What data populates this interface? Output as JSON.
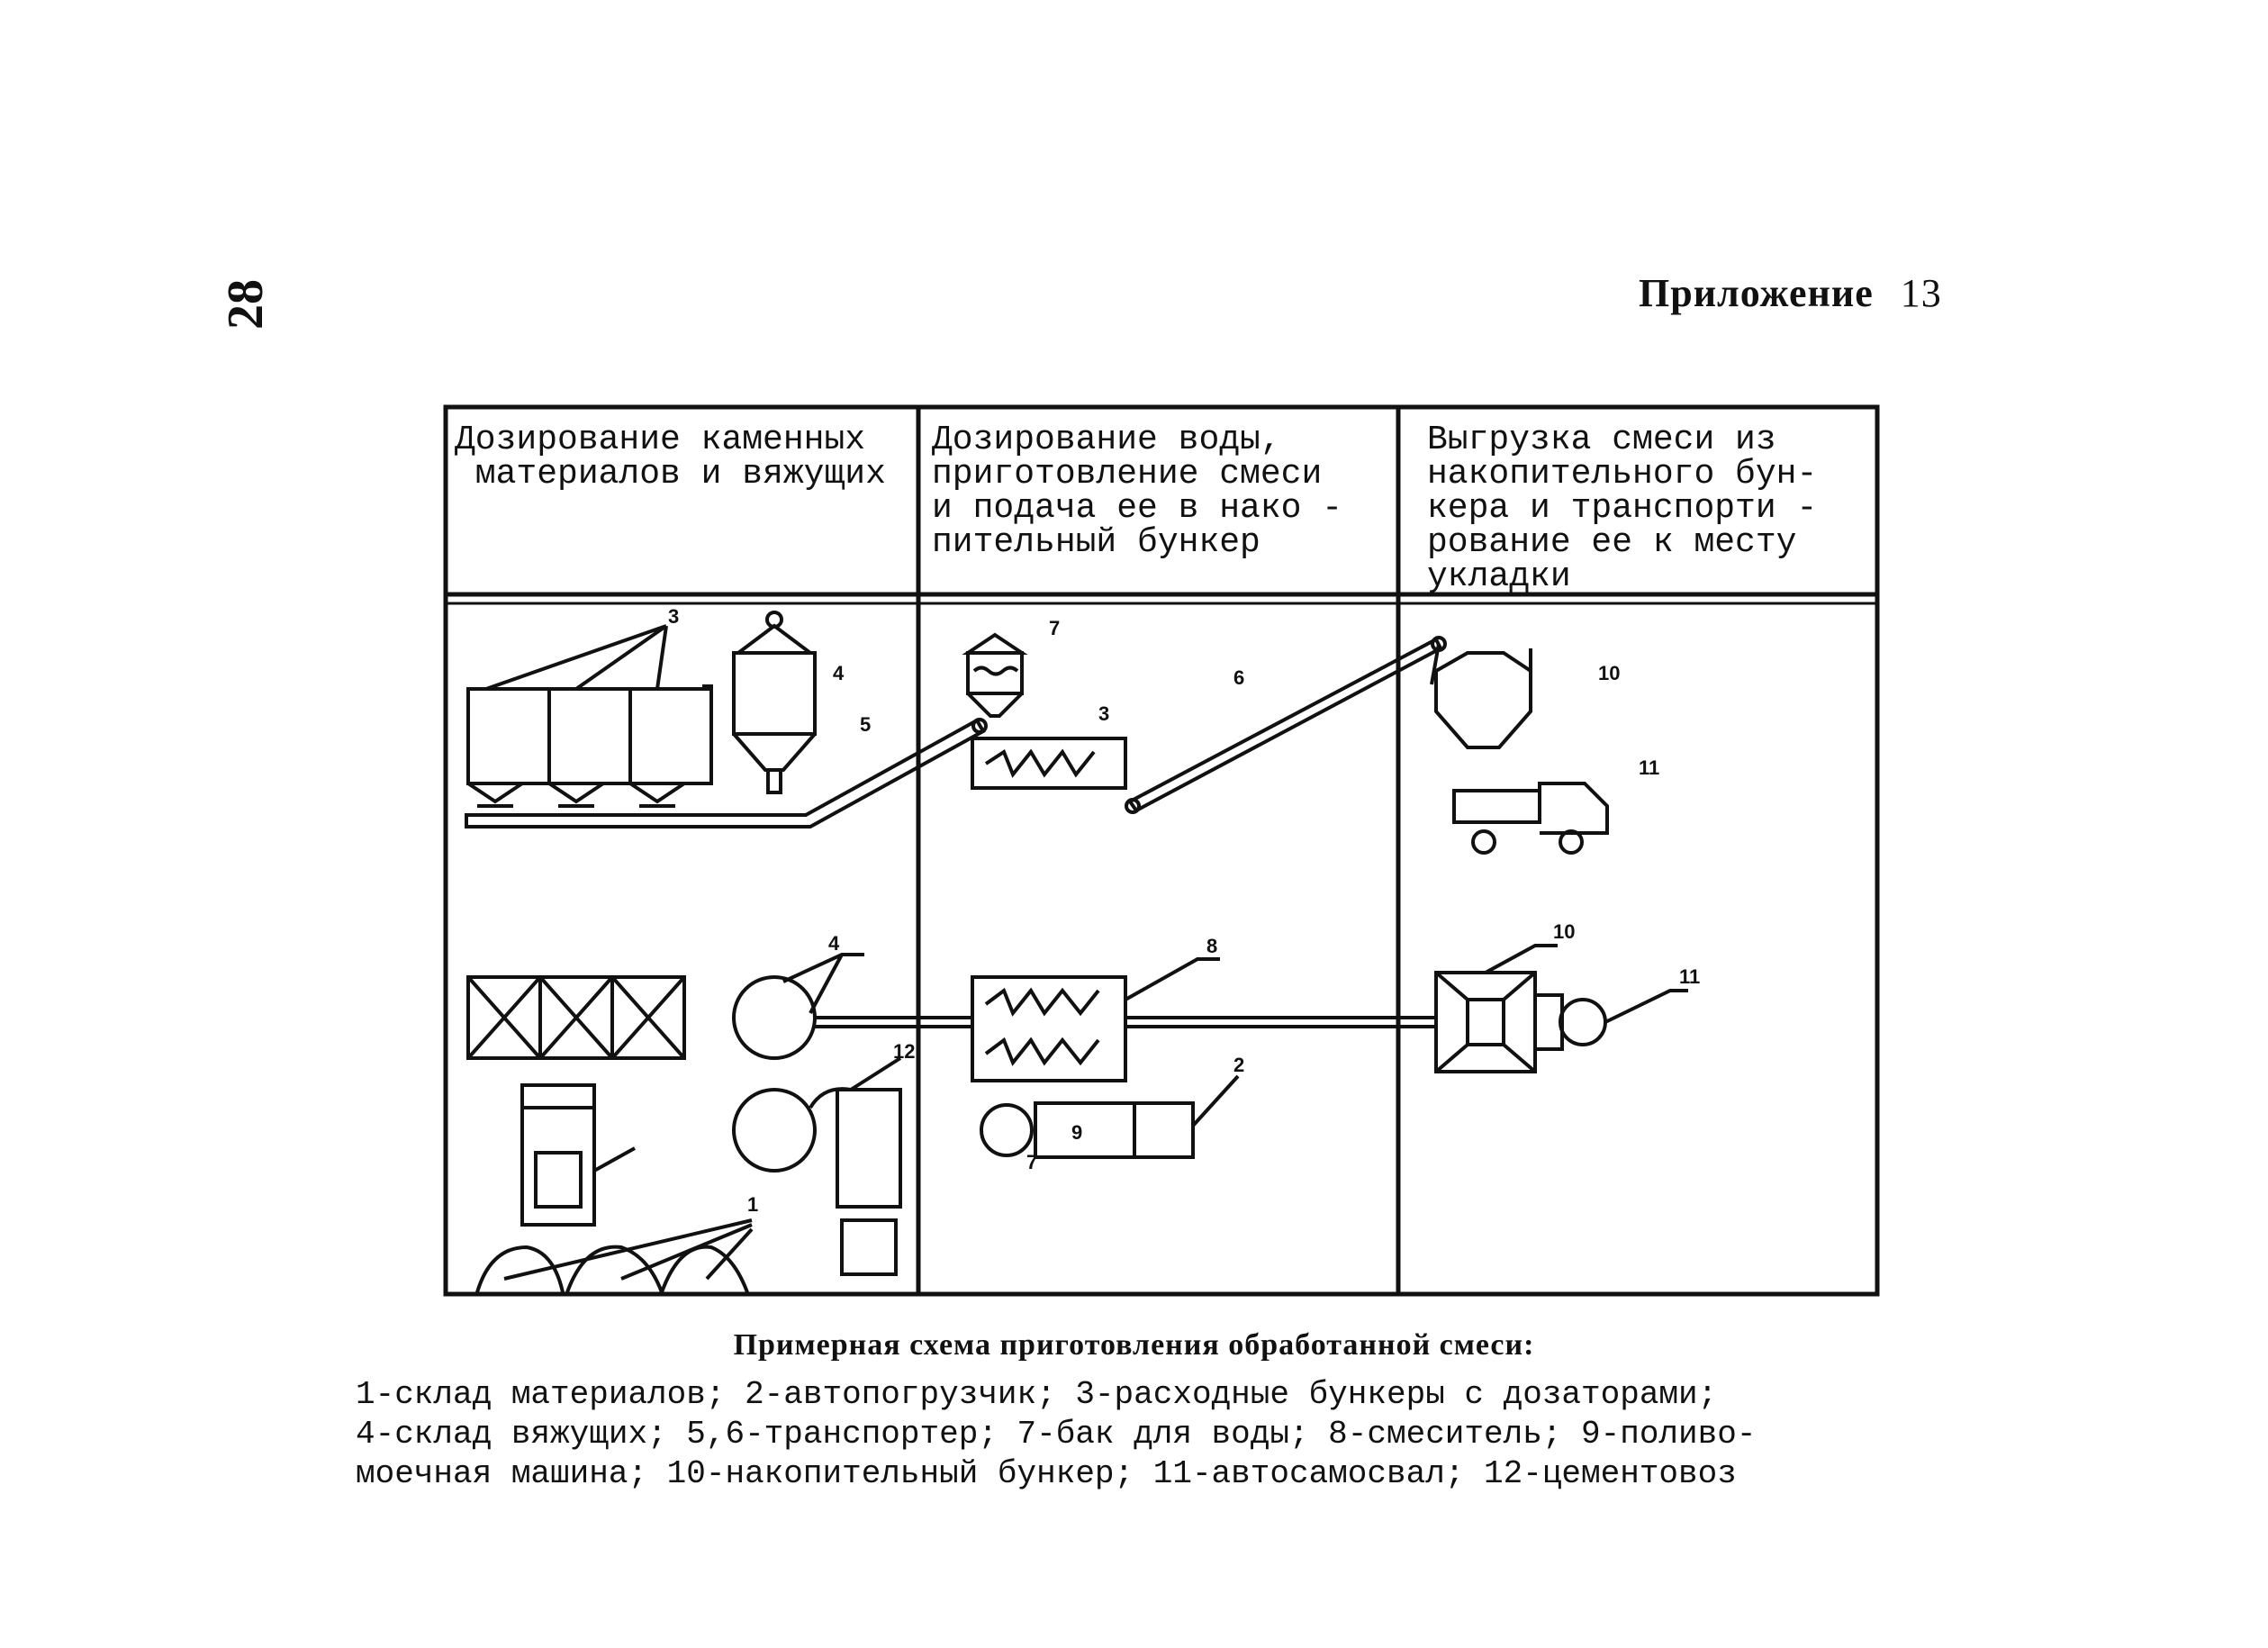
{
  "page": {
    "number": "28",
    "appendix_label": "Приложение",
    "appendix_number": "13"
  },
  "headers": {
    "col1": "Дозирование каменных\n материалов и вяжущих",
    "col2": "Дозирование воды,\nприготовление смеси\nи подача ее в нако -\nпительный бункер",
    "col3": "Выгрузка смеси из\nнакопительного бун-\nкера и транспорти -\nрование ее к месту\nукладки"
  },
  "labels": {
    "top": [
      "3",
      "4",
      "5",
      "7",
      "3",
      "6",
      "10",
      "11"
    ],
    "bottom": [
      "4",
      "8",
      "12",
      "2",
      "9",
      "7",
      "1",
      "10",
      "11"
    ]
  },
  "caption": {
    "title": "Примерная схема приготовления обработанной смеси:",
    "lines": [
      "1-склад материалов; 2-автопогрузчик; 3-расходные бункеры с дозаторами;",
      "4-склад вяжущих; 5,6-транспортер; 7-бак для воды; 8-смеситель; 9-поливо-",
      "моечная машина; 10-накопительный бункер; 11-автосамосвал; 12-цементовоз"
    ]
  }
}
